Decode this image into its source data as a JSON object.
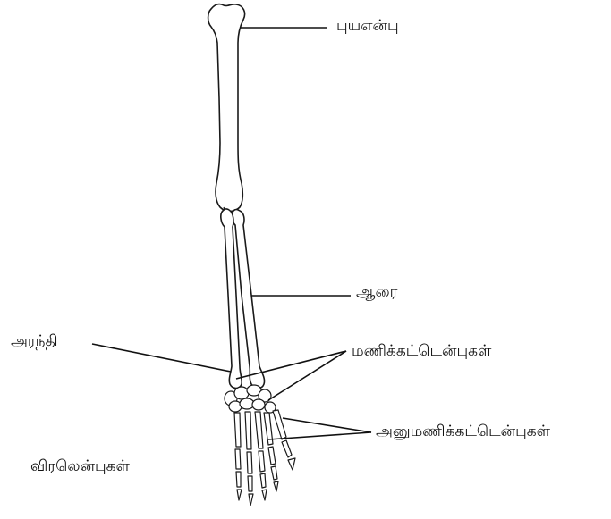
{
  "labels": {
    "humerus": "புயஎன்பு",
    "radius": "ஆரை",
    "ulna": "அரந்தி",
    "carpals": "மணிக்கட்டென்புகள்",
    "metacarpals": "அனுமணிக்கட்டென்புகள்",
    "phalanges": "விரலென்புகள்"
  },
  "colors": {
    "ink": "#111111",
    "background": "#ffffff"
  }
}
